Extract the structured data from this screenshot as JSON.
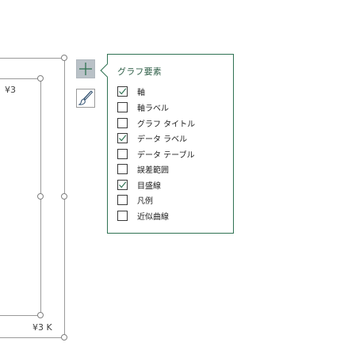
{
  "chart": {
    "y_tick_label": "¥3",
    "x_tick_label": "¥3 K"
  },
  "side_buttons": {
    "elements_icon": "plus-icon",
    "styles_icon": "brush-icon"
  },
  "panel": {
    "title": "グラフ要素",
    "options": [
      {
        "label": "軸",
        "checked": true
      },
      {
        "label": "軸ラベル",
        "checked": false
      },
      {
        "label": "グラフ タイトル",
        "checked": false
      },
      {
        "label": "データ ラベル",
        "checked": true
      },
      {
        "label": "データ テーブル",
        "checked": false
      },
      {
        "label": "誤差範囲",
        "checked": false
      },
      {
        "label": "目盛線",
        "checked": true
      },
      {
        "label": "凡例",
        "checked": false
      },
      {
        "label": "近似曲線",
        "checked": false
      }
    ]
  },
  "colors": {
    "accent_green": "#2f7253",
    "button_active": "#b9c1c7"
  }
}
